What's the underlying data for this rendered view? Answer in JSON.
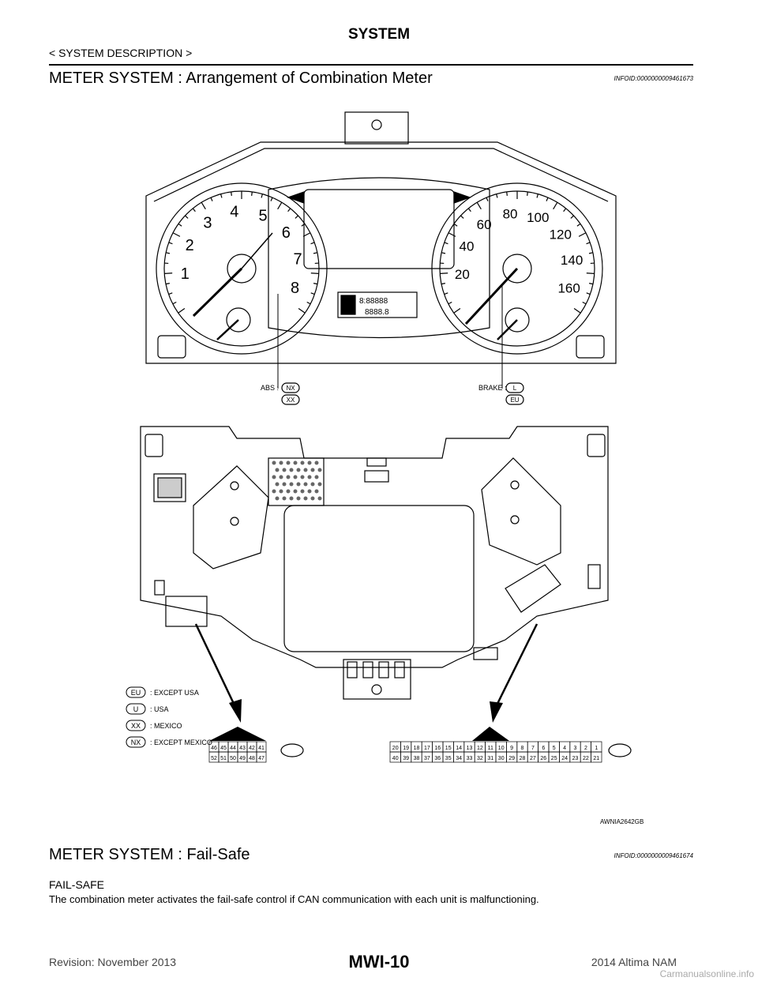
{
  "header": {
    "page_title": "SYSTEM",
    "breadcrumb": "< SYSTEM DESCRIPTION >"
  },
  "sections": {
    "arrangement": {
      "title": "METER SYSTEM : Arrangement of Combination Meter",
      "info_id": "INFOID:0000000009461673"
    },
    "failsafe": {
      "title": "METER SYSTEM : Fail-Safe",
      "info_id": "INFOID:0000000009461674",
      "subheading": "FAIL-SAFE",
      "body": "The combination meter activates the fail-safe control if CAN communication with each unit is malfunctioning."
    }
  },
  "figure": {
    "figure_id": "AWNIA2642GB",
    "tachometer_numbers": [
      "1",
      "2",
      "3",
      "4",
      "5",
      "6",
      "7",
      "8"
    ],
    "speedometer_numbers": [
      "20",
      "40",
      "60",
      "80",
      "100",
      "120",
      "140",
      "160"
    ],
    "callouts": {
      "abs": "ABS :",
      "abs_code": "NX",
      "vdc_code": "XX",
      "brake": "BRAKE :",
      "brake_code": "L",
      "vdc2_code": "EU"
    },
    "legend": [
      {
        "code": "EU",
        "desc": ": EXCEPT USA"
      },
      {
        "code": "U",
        "desc": ": USA"
      },
      {
        "code": "XX",
        "desc": ": MEXICO"
      },
      {
        "code": "NX",
        "desc": ": EXCEPT MEXICO"
      }
    ],
    "connector_left": {
      "top": [
        "46",
        "45",
        "44",
        "43",
        "42",
        "41"
      ],
      "bottom": [
        "52",
        "51",
        "50",
        "49",
        "48",
        "47"
      ]
    },
    "connector_right": {
      "top": [
        "20",
        "19",
        "18",
        "17",
        "16",
        "15",
        "14",
        "13",
        "12",
        "11",
        "10",
        "9",
        "8",
        "7",
        "6",
        "5",
        "4",
        "3",
        "2",
        "1"
      ],
      "bottom": [
        "40",
        "39",
        "38",
        "37",
        "36",
        "35",
        "34",
        "33",
        "32",
        "31",
        "30",
        "29",
        "28",
        "27",
        "26",
        "25",
        "24",
        "23",
        "22",
        "21"
      ]
    }
  },
  "footer": {
    "revision": "Revision: November 2013",
    "page_code": "MWI-10",
    "model": "2014 Altima NAM",
    "watermark": "Carmanualsonline.info"
  }
}
